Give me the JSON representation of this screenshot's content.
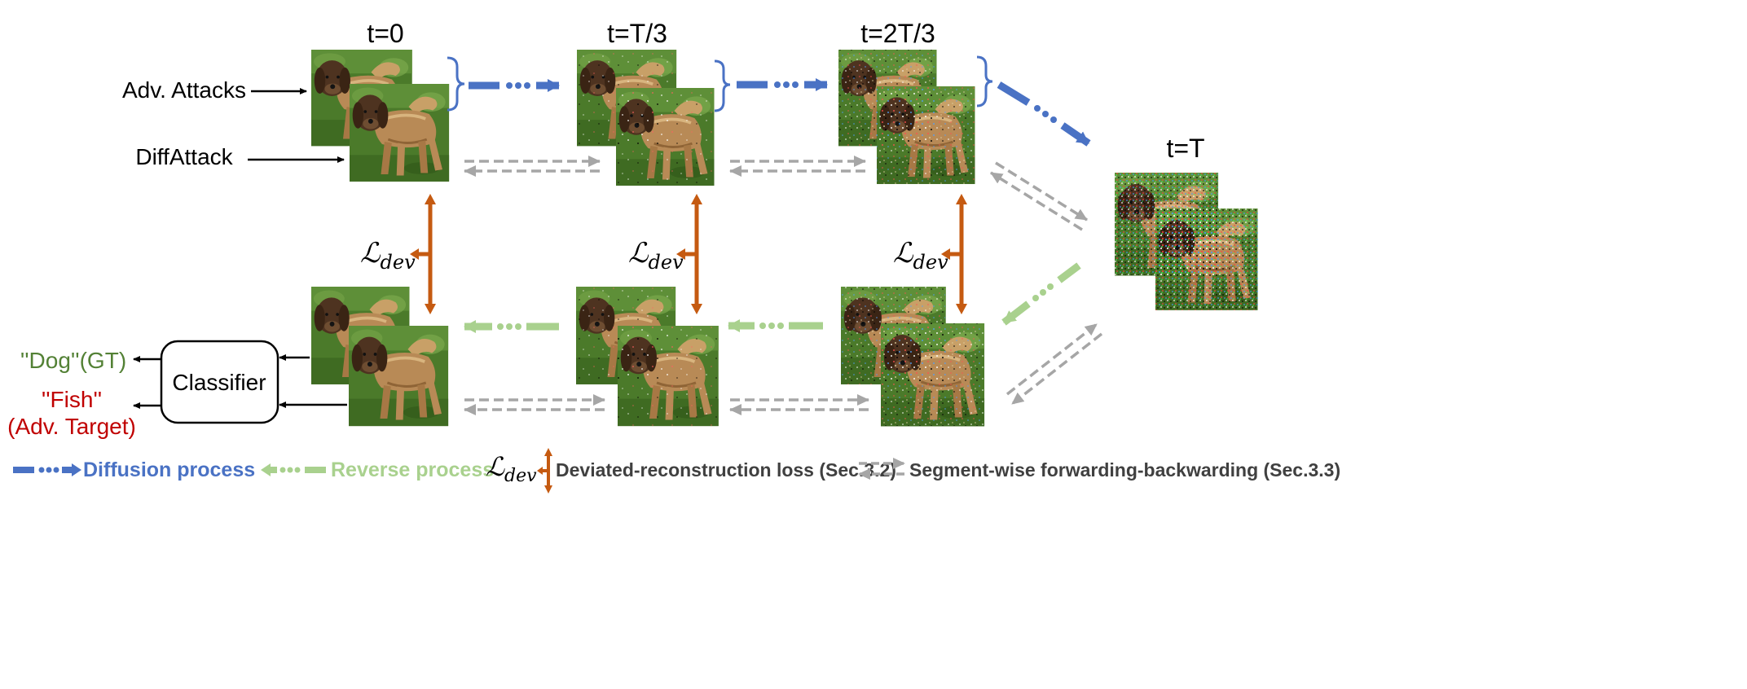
{
  "timesteps": {
    "t0": "t=0",
    "t1": "t=T/3",
    "t2": "t=2T/3",
    "tT": "t=T"
  },
  "inputs": {
    "adv_attacks": "Adv. Attacks",
    "diffattack": "DiffAttack"
  },
  "classifier": {
    "label": "Classifier",
    "output_gt": "''Dog''(GT)",
    "output_target_line1": "''Fish''",
    "output_target_line2": "(Adv. Target)"
  },
  "loss_symbol": {
    "main": "ℒ",
    "subscript": "dev"
  },
  "legend": {
    "diffusion": "Diffusion process",
    "reverse": "Reverse process",
    "deviated": "Deviated-reconstruction loss (Sec.3.2)",
    "segment": "Segment-wise forwarding-backwarding (Sec.3.3)"
  },
  "colors": {
    "diffusion": "#4a72c4",
    "reverse": "#a9d18e",
    "loss": "#c55a11",
    "segment": "#a6a6a6",
    "gt_text": "#538135",
    "target_text": "#c00000",
    "legend_text": "#404040"
  },
  "image_noise_levels": [
    0,
    0.33,
    0.66,
    1.0
  ]
}
